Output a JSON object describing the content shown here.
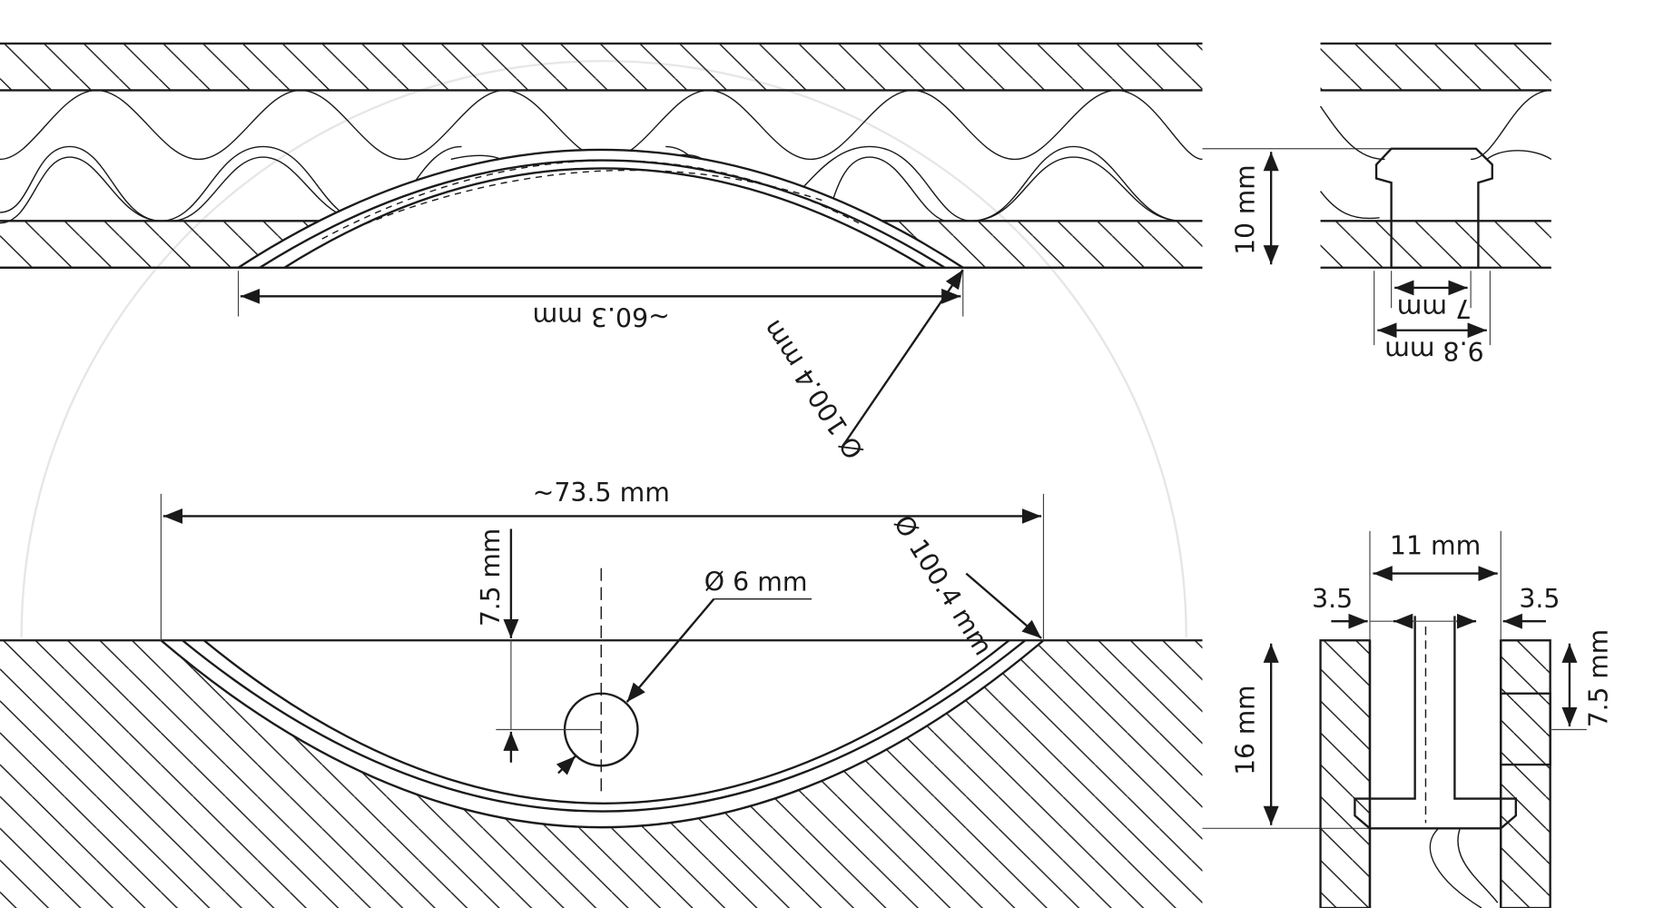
{
  "title": "Lens dowel and round insert dimensions",
  "labels": {
    "top_width": "~60.3 mm",
    "top_diameter": "Ø 100.4 mm",
    "top_thickness": "10 mm",
    "insert_inner": "7 mm",
    "insert_outer": "9.8 mm",
    "bottom_width": "~73.5 mm",
    "bottom_depth": "7.5 mm",
    "bottom_diameter": "Ø 100.4 mm",
    "hole_diameter": "Ø 6 mm",
    "bottom_thickness": "16 mm",
    "bore_width": "11 mm",
    "left_wall": "3.5",
    "right_wall": "3.5",
    "side_depth": "7.5 mm"
  },
  "colors": {
    "line": "#1a1a1a",
    "guide": "#e6e6e6"
  }
}
